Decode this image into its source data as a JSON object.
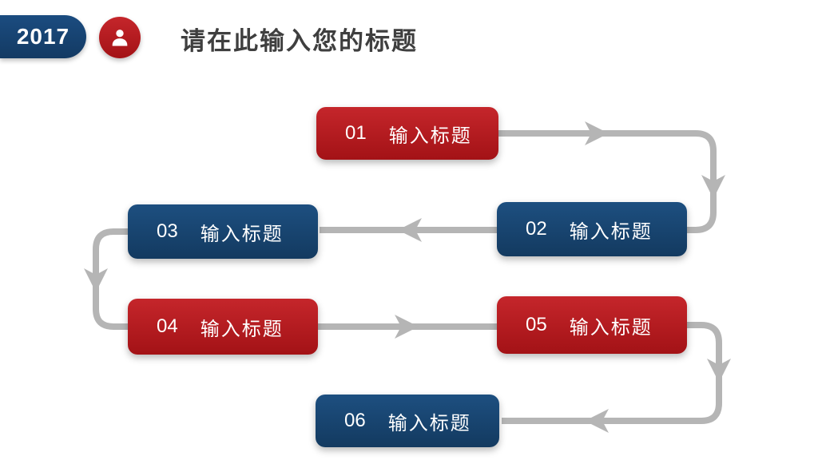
{
  "header": {
    "year": "2017",
    "title": "请在此输入您的标题"
  },
  "icons": {
    "person_badge": "person-icon"
  },
  "colors": {
    "red": "#b91b20",
    "blue": "#17426f",
    "connector_gray": "#b5b5b5",
    "title_text": "#3f3f3f"
  },
  "steps": [
    {
      "number": "01",
      "label": "输入标题",
      "color": "red"
    },
    {
      "number": "02",
      "label": "输入标题",
      "color": "blue"
    },
    {
      "number": "03",
      "label": "输入标题",
      "color": "blue"
    },
    {
      "number": "04",
      "label": "输入标题",
      "color": "red"
    },
    {
      "number": "05",
      "label": "输入标题",
      "color": "red"
    },
    {
      "number": "06",
      "label": "输入标题",
      "color": "blue"
    }
  ]
}
